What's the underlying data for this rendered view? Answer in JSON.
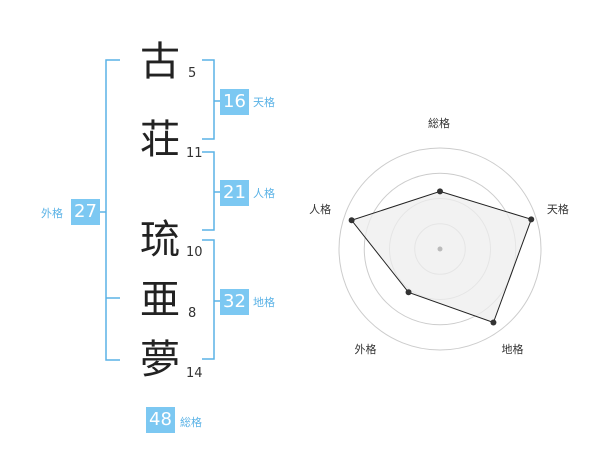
{
  "colors": {
    "bracket": "#5ab2e6",
    "badge_bg": "#7cc8f2",
    "text": "#222222",
    "radar_fill": "#eeeeee",
    "radar_ring": "#cccccc"
  },
  "name": {
    "chars": [
      {
        "char": "古",
        "strokes": "5"
      },
      {
        "char": "荘",
        "strokes": "11"
      },
      {
        "char": "琉",
        "strokes": "10"
      },
      {
        "char": "亜",
        "strokes": "8"
      },
      {
        "char": "夢",
        "strokes": "14"
      }
    ]
  },
  "kakusu": {
    "tenkaku": {
      "value": "16",
      "label": "天格"
    },
    "jinkaku": {
      "value": "21",
      "label": "人格"
    },
    "chikaku": {
      "value": "32",
      "label": "地格"
    },
    "gaikaku": {
      "value": "27",
      "label": "外格"
    },
    "soukaku": {
      "value": "48",
      "label": "総格"
    }
  },
  "chart_data": {
    "type": "radar",
    "axes": [
      "総格",
      "天格",
      "地格",
      "外格",
      "人格"
    ],
    "values": [
      0.57,
      0.95,
      0.9,
      0.53,
      0.92
    ],
    "max": 1.0,
    "rings": 4
  }
}
